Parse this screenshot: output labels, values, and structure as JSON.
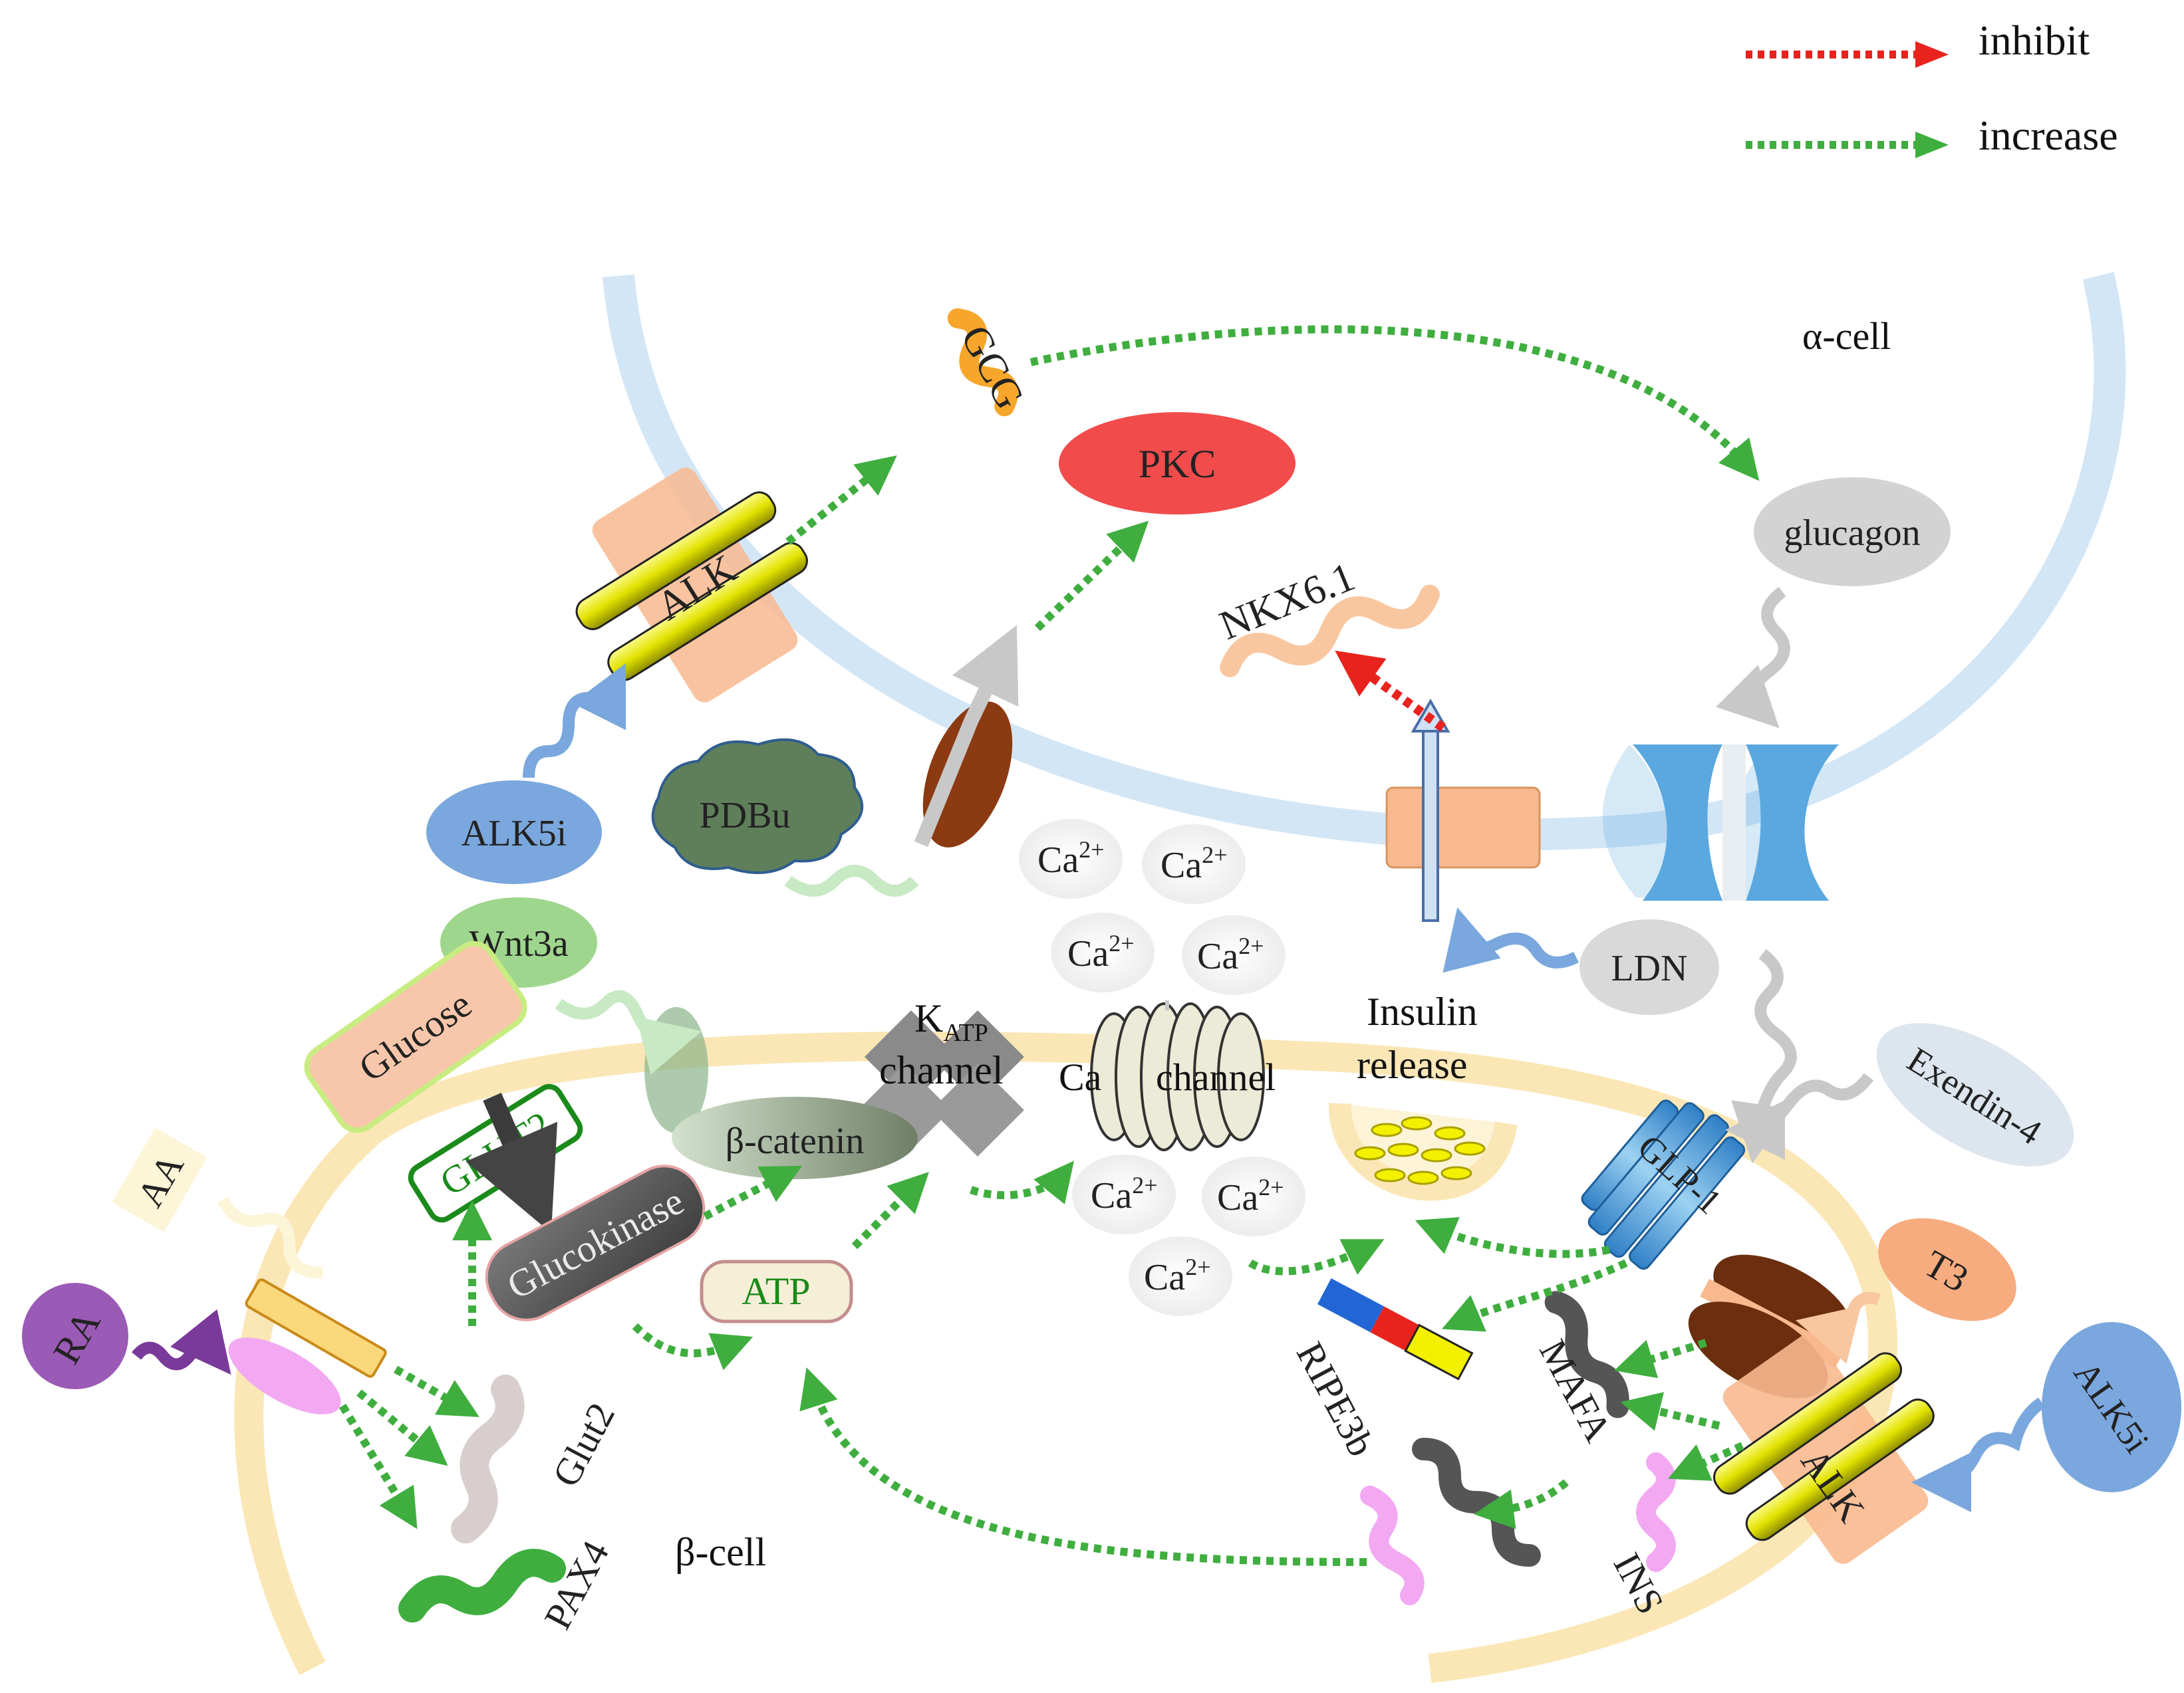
{
  "legend": {
    "inhibit": {
      "label": "inhibit",
      "color": "#e8231d"
    },
    "increase": {
      "label": "increase",
      "color": "#3fae3f"
    }
  },
  "cells": {
    "alpha": "α-cell",
    "beta": "β-cell"
  },
  "molecules": {
    "gcg": "GCG",
    "pkc": "PKC",
    "nkx": "NKX6.1",
    "glucagon": "glucagon",
    "alk_top": "ALK",
    "alk5i_left": "ALK5i",
    "pdbu": "PDBu",
    "wnt3a": "Wnt3a",
    "glucose": "Glucose",
    "glut2_box": "GLUT2",
    "glucokinase": "Glucokinase",
    "beta_catenin": "β-catenin",
    "atp": "ATP",
    "aa": "AA",
    "ra": "RA",
    "glut2_gene": "Glut2",
    "pax4": "PAX4",
    "katp_k": "K",
    "katp_sub": "ATP",
    "katp_channel": "channel",
    "ca_channel_a": "Ca",
    "ca_channel_b": "channel",
    "ca_ion": "Ca",
    "ca_sup": "2+",
    "insulin_release_1": "Insulin",
    "insulin_release_2": "release",
    "ldn": "LDN",
    "exendin": "Exendin-4",
    "glp1": "GLP-1",
    "t3": "T3",
    "alk5i_right": "ALK5i",
    "alk_bottom": "ALK",
    "ripe3b": "RIPE3b",
    "mafa": "MAFA",
    "ins": "INS"
  },
  "colors": {
    "alpha_membrane": "#d3e6f6",
    "beta_membrane": "#fbe7b6",
    "increase_arrow": "#3fae3f",
    "inhibit_arrow": "#e8231d",
    "pkc": "#f24b4b",
    "alk5i": "#7aa7dd",
    "ra": "#9a5ab5",
    "glucokinase": "#5d5d5d",
    "wnt3a": "#9fd68e"
  }
}
